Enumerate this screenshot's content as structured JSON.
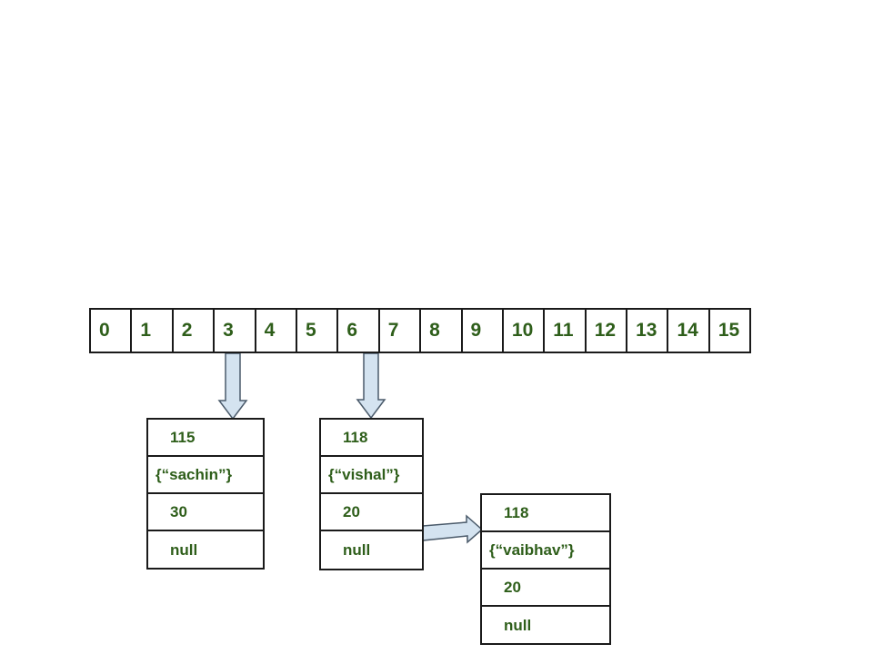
{
  "bucket_array": {
    "indices": [
      "0",
      "1",
      "2",
      "3",
      "4",
      "5",
      "6",
      "7",
      "8",
      "9",
      "10",
      "11",
      "12",
      "13",
      "14",
      "15"
    ]
  },
  "nodes": [
    {
      "bucket": "3",
      "hash": "115",
      "key": "{“sachin”}",
      "value": "30",
      "next": "null"
    },
    {
      "bucket": "6",
      "hash": "118",
      "key": "{“vishal”}",
      "value": "20",
      "next": "node"
    },
    {
      "bucket": "6",
      "hash": "118",
      "key": "{“vaibhav”}",
      "value": "20",
      "next": "null"
    }
  ],
  "node_labels": {
    "sachin_next": "null",
    "vishal_next": "null",
    "vaibhav_next": "null"
  },
  "colors": {
    "text": "#2e5e1a",
    "border": "#1a1a1a",
    "arrow_fill": "#d4e3f0",
    "arrow_stroke": "#4a5a6a"
  }
}
